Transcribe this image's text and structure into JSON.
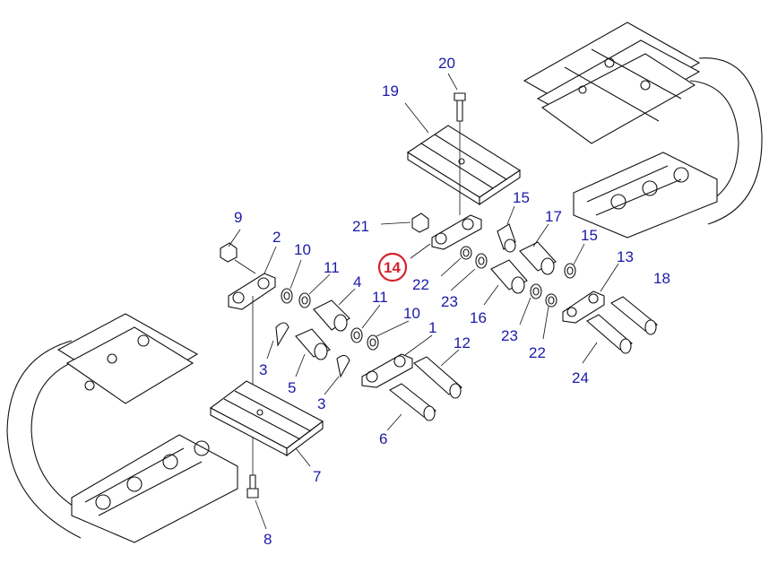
{
  "callouts": {
    "c1": "1",
    "c2": "2",
    "c3a": "3",
    "c3b": "3",
    "c4": "4",
    "c5": "5",
    "c6": "6",
    "c7": "7",
    "c8": "8",
    "c9": "9",
    "c10a": "10",
    "c10b": "10",
    "c11a": "11",
    "c11b": "11",
    "c12": "12",
    "c13": "13",
    "c14": "14",
    "c15a": "15",
    "c15b": "15",
    "c16": "16",
    "c17": "17",
    "c18": "18",
    "c19": "19",
    "c20": "20",
    "c21": "21",
    "c22a": "22",
    "c22b": "22",
    "c23a": "23",
    "c23b": "23",
    "c24": "24"
  },
  "highlight": {
    "part": "14",
    "color": "#d4232b"
  },
  "colors": {
    "callout_text": "#1a1aa8",
    "line_art": "#111111"
  }
}
